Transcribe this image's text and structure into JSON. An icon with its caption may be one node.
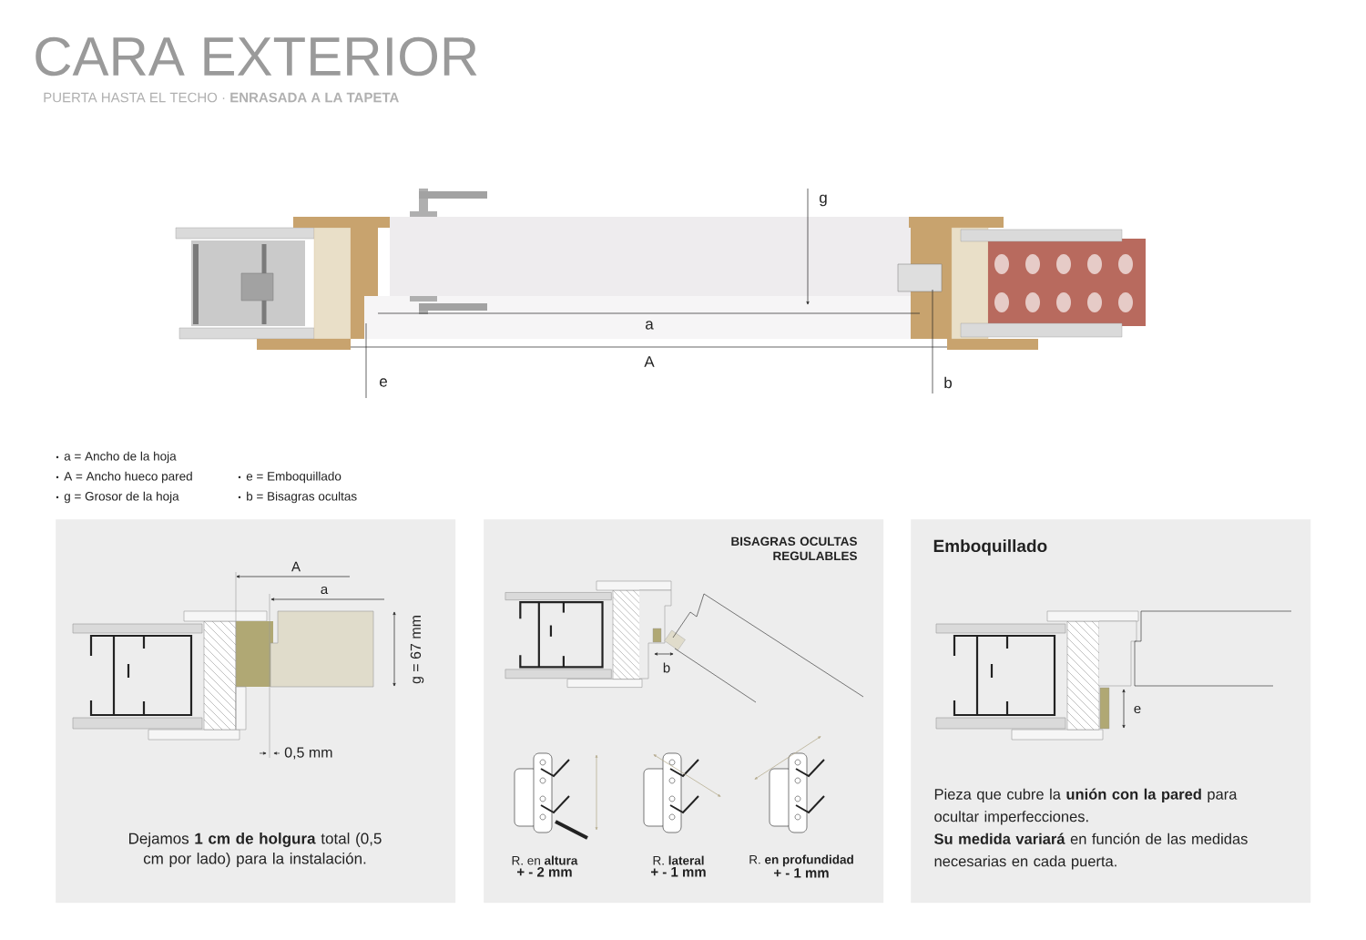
{
  "diagram": {
    "title": "CARA EXTERIOR",
    "nodes": [
      {
        "text": [
          "Dejamos **1 cm de holgura** total (0,5 cm por lado) para la instalación."
        ]
      },
      {
        "text": [
          "BISAGRAS OCULTAS REGULABLES"
        ]
      },
      {
        "text": [
          "R. en **altura**",
          "+ - 2 mm"
        ],
        "in": 1
      },
      {
        "text": [
          "R. **lateral**",
          "+ - 1 mm"
        ],
        "in": 1
      },
      {
        "text": [
          "R. **en profundidad**",
          "+ - 1 mm"
        ],
        "in": 1
      },
      {
        "text": [
          "Emboquillado",
          "Pieza que cubre la **unión con la pared** para ocultar imperfecciones.",
          "**Su medida variará** en función de las medidas necesarias en cada puerta."
        ]
      }
    ],
    "labels": [
      "PUERTA HASTA EL TECHO · **ENRASADA A LA TAPETA**",
      "g",
      "a",
      "A",
      "e",
      "b",
      "a = Ancho de la hoja",
      "A = Ancho hueco pared",
      "e = Emboquillado",
      "g = Grosor de la hoja",
      "b = Bisagras ocultas",
      "A",
      "a",
      "g = 67 mm",
      "0,5 mm",
      "b",
      "e"
    ]
  }
}
